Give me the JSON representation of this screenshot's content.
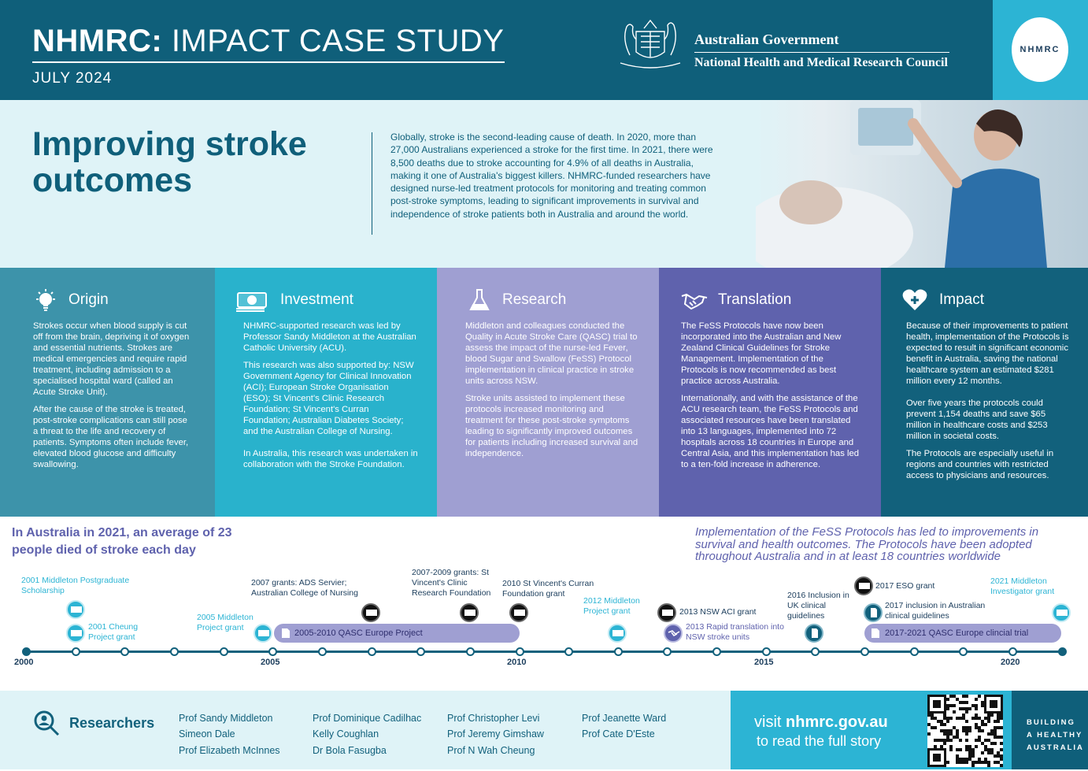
{
  "header": {
    "title_bold": "NHMRC:",
    "title_rest": "IMPACT CASE STUDY",
    "date": "JULY 2024",
    "gov_line1": "Australian Government",
    "gov_line2": "National Health and Medical Research Council",
    "logo_text": "NHMRC"
  },
  "hero": {
    "title": "Improving stroke outcomes",
    "intro": "Globally, stroke is the second-leading cause of death. In 2020, more than 27,000 Australians experienced a stroke for the first time. In 2021, there were 8,500 deaths due to stroke accounting for 4.9% of all deaths in Australia, making it one of Australia's biggest killers. NHMRC-funded researchers have designed nurse-led treatment protocols for monitoring and treating common post-stroke symptoms, leading to significant improvements in survival and independence of stroke patients both in Australia and around the world."
  },
  "columns": {
    "origin": {
      "title": "Origin",
      "icon": "lightbulb-icon",
      "p1": "Strokes occur when blood supply is cut off from the brain, depriving it of oxygen and essential nutrients. Strokes are medical emergencies and require rapid treatment, including admission to a specialised hospital ward (called an Acute Stroke Unit).",
      "p2": "After the cause of the stroke is treated, post-stroke complications can still pose a threat to the life and recovery of patients. Symptoms often include fever, elevated blood glucose and difficulty swallowing."
    },
    "investment": {
      "title": "Investment",
      "icon": "money-icon",
      "p1": "NHMRC-supported research was led by Professor Sandy Middleton at the Australian Catholic University (ACU).",
      "p2": "This research was also supported by: NSW Government Agency for Clinical Innovation (ACI); European Stroke Organisation (ESO); St Vincent's Clinic Research Foundation; St Vincent's Curran Foundation; Australian Diabetes Society; and the Australian College of Nursing.",
      "p3": "In Australia, this research was undertaken in collaboration with the Stroke Foundation."
    },
    "research": {
      "title": "Research",
      "icon": "flask-icon",
      "p1": "Middleton and colleagues conducted the Quality in Acute Stroke Care (QASC) trial to assess the impact of the nurse-led Fever, blood Sugar and Swallow (FeSS) Protocol implementation in clinical practice in stroke units across NSW.",
      "p2": "Stroke units assisted to implement these protocols increased monitoring and treatment for these post-stroke symptoms leading to significantly improved outcomes for patients including increased survival and independence."
    },
    "translation": {
      "title": "Translation",
      "icon": "handshake-icon",
      "p1": "The FeSS Protocols have now been incorporated into the Australian and New Zealand Clinical Guidelines for Stroke Management. Implementation of the Protocols is now recommended as best practice across Australia.",
      "p2": "Internationally, and with the assistance of the ACU research team, the FeSS Protocols and associated resources have been translated into 13 languages, implemented into 72 hospitals across 18 countries in Europe and Central Asia, and this implementation has led to a ten-fold increase in adherence."
    },
    "impact": {
      "title": "Impact",
      "icon": "heart-plus-icon",
      "p1": "Because of their improvements to patient health, implementation of the Protocols is expected to result in significant economic benefit in Australia, saving the national healthcare system an estimated $281 million every 12 months.",
      "p2": "Over five years the protocols could prevent 1,154 deaths and save $65 million in healthcare costs and $253 million in societal costs.",
      "p3": "The Protocols are especially useful in regions and countries with restricted access to physicians and resources."
    }
  },
  "timeline": {
    "left_stat": "In Australia in 2021, an average of 23 people died of stroke each day",
    "right_stat": "Implementation of the FeSS Protocols has led to improvements in survival and health outcomes. The Protocols have been adopted throughout Australia and in at least 18 countries worldwide",
    "years": [
      "2000",
      "2005",
      "2010",
      "2015",
      "2020"
    ],
    "events": {
      "e2001a": "2001 Middleton Postgraduate Scholarship",
      "e2001b": "2001 Cheung Project grant",
      "e2005": "2005 Middleton Project grant",
      "e2007": "2007 grants: ADS Servier; Australian College of Nursing",
      "e2007_09": "2007-2009 grants: St Vincent's Clinic Research Foundation",
      "e2010": "2010 St Vincent's Curran Foundation grant",
      "e2012": "2012 Middleton Project grant",
      "e2013a": "2013 NSW ACI grant",
      "e2013b": "2013 Rapid translation into NSW stroke units",
      "e2016": "2016 Inclusion in UK clinical guidelines",
      "e2017a": "2017 ESO grant",
      "e2017b": "2017 inclusion in Australian clinical guidelines",
      "e2021": "2021 Middleton Investigator grant"
    },
    "bars": {
      "qasc_europe_2005": "2005-2010 QASC Europe Project",
      "qasc_europe_2017": "2017-2021 QASC Europe clincial trial"
    }
  },
  "footer": {
    "researchers_title": "Researchers",
    "researchers": [
      "Prof Sandy Middleton",
      "Simeon Dale",
      "Prof Elizabeth McInnes",
      "Prof Dominique Cadilhac",
      "Kelly Coughlan",
      "Dr Bola Fasugba",
      "Prof Christopher Levi",
      "Prof Jeremy Gimshaw",
      "Prof N Wah Cheung",
      "Prof Jeanette Ward",
      "Prof Cate D'Este"
    ],
    "visit_prefix": "visit",
    "visit_url": "nhmrc.gov.au",
    "visit_line2": "to read the full story",
    "tagline": [
      "BUILDING",
      "A HEALTHY",
      "AUSTRALIA"
    ]
  }
}
